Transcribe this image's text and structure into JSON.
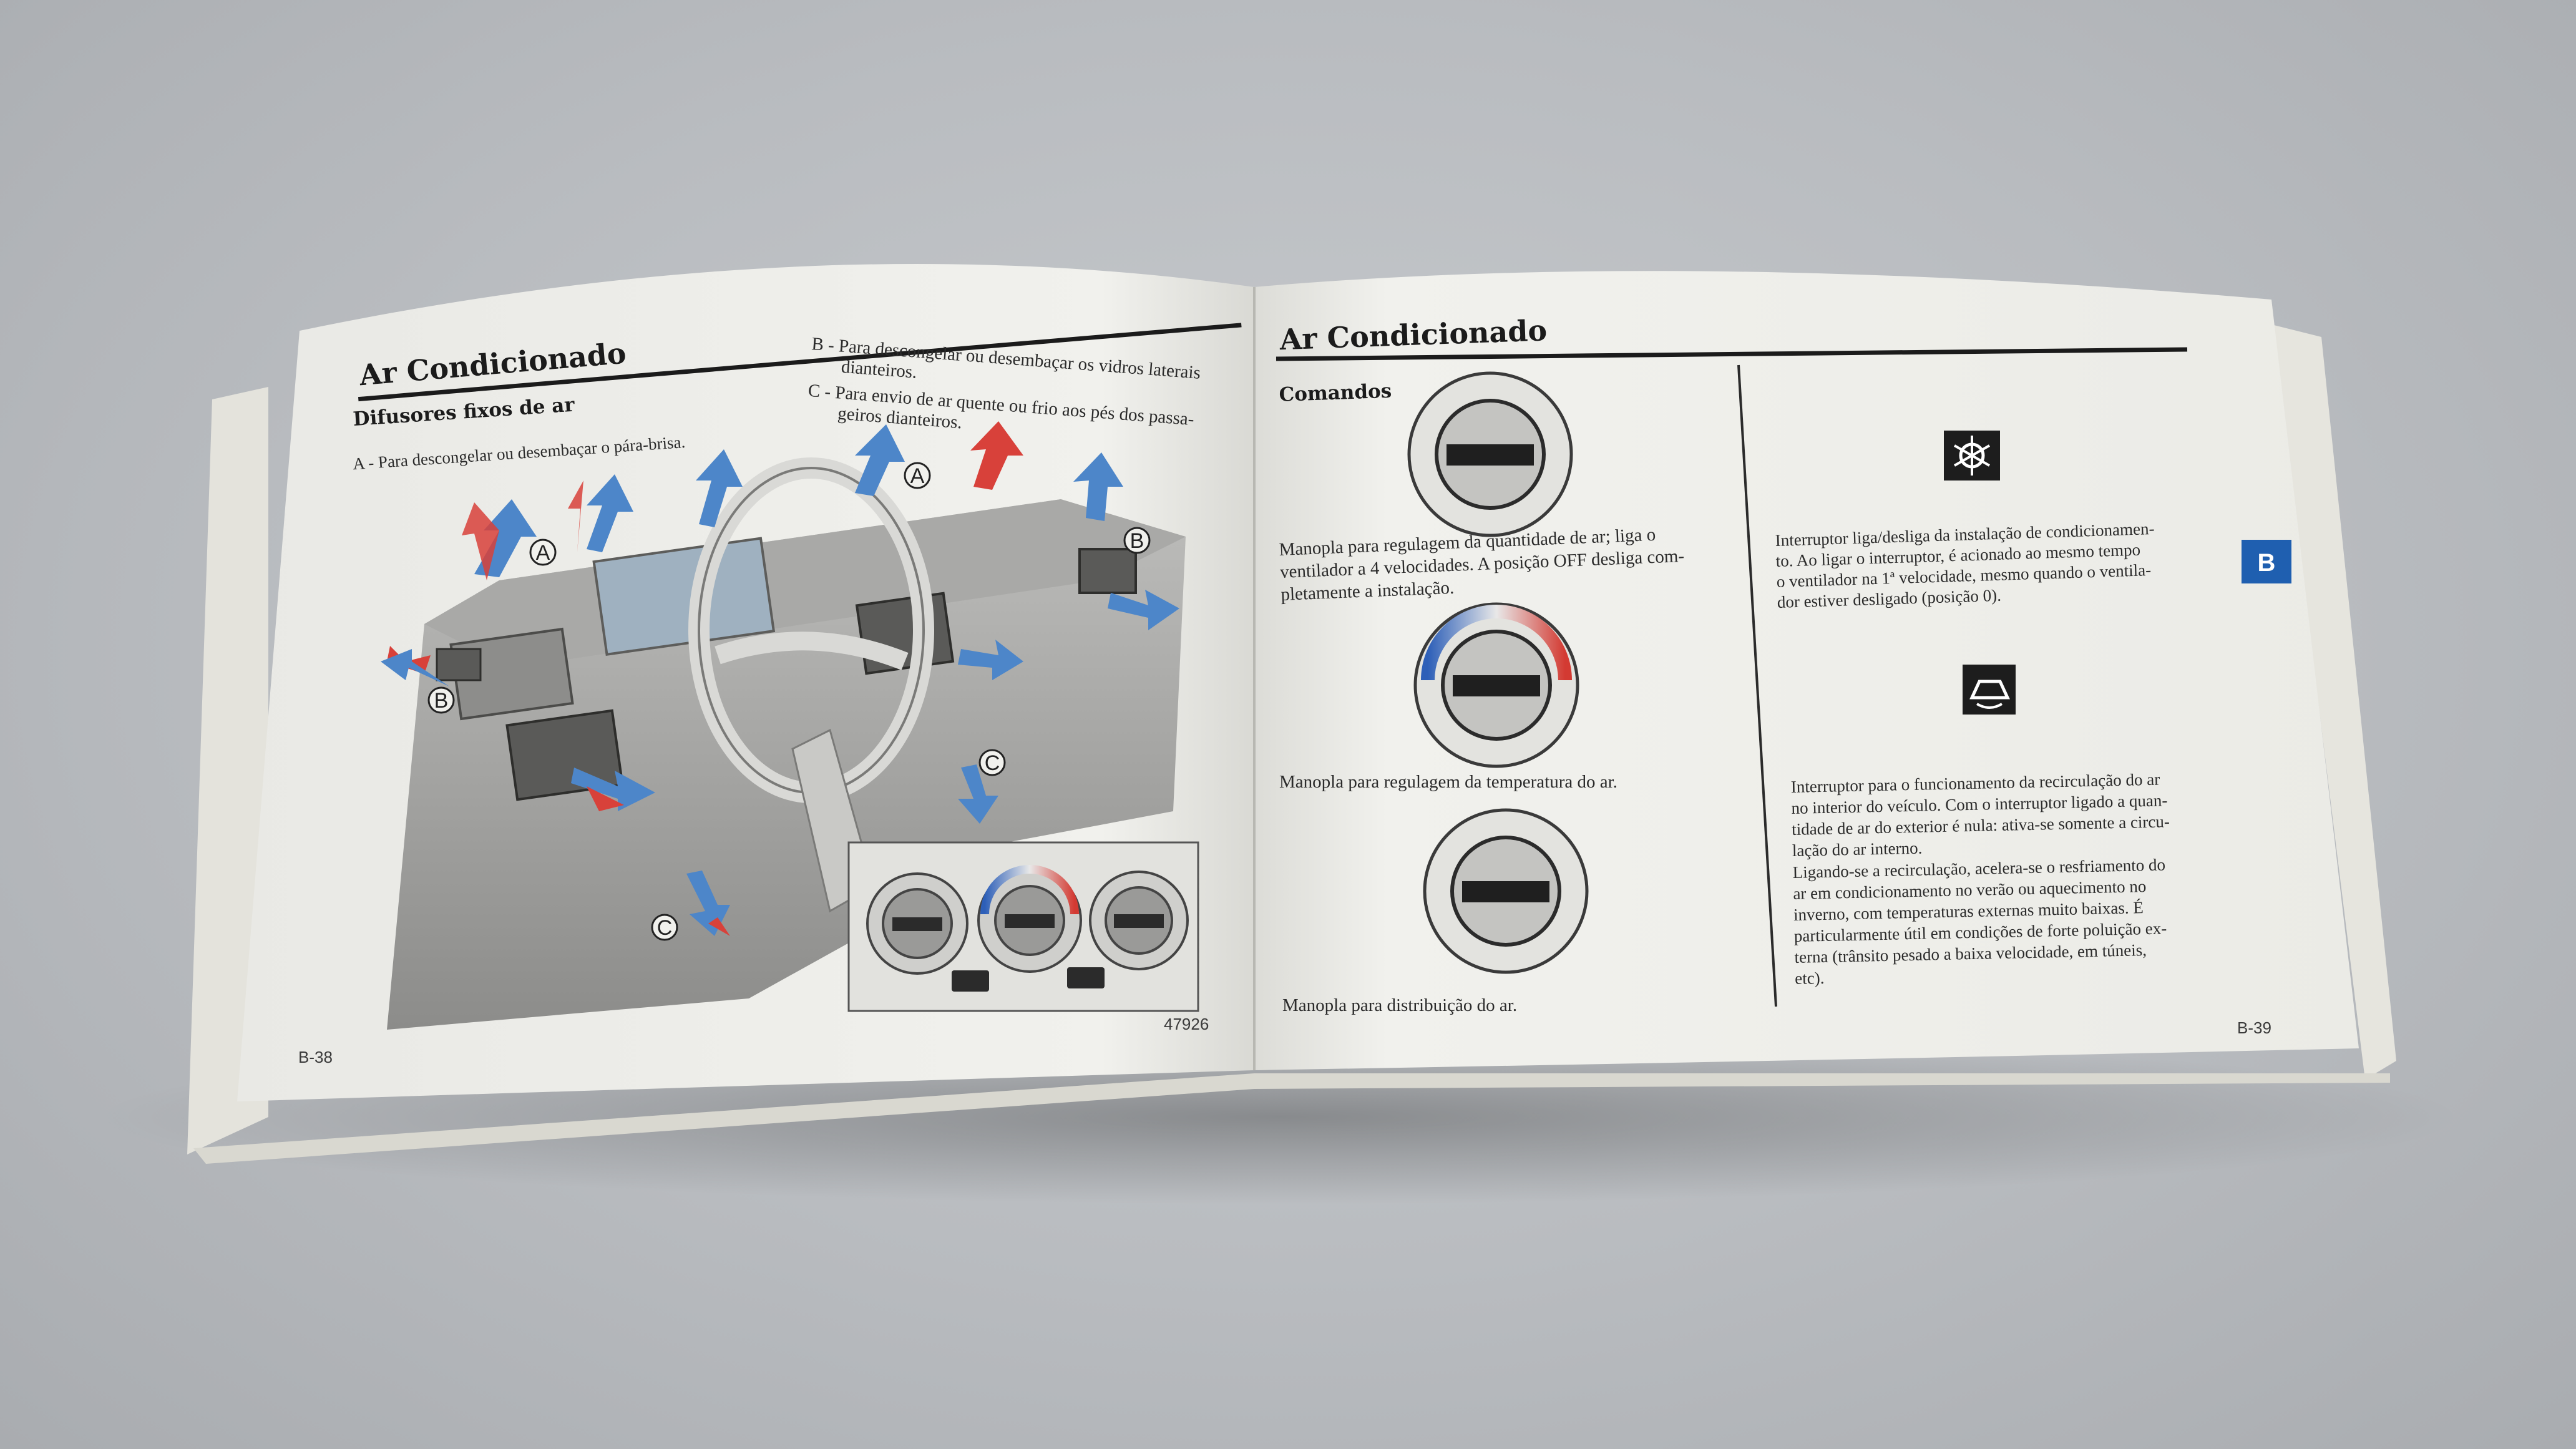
{
  "left_page": {
    "title": "Ar Condicionado",
    "subtitle": "Difusores fixos de ar",
    "item_a": "A - Para descongelar ou desembaçar o pára-brisa.",
    "item_b_line1": "B - Para descongelar ou desembaçar os vidros laterais",
    "item_b_line2": "dianteiros.",
    "item_c_line1": "C - Para envio de ar quente ou frio aos pés dos passa-",
    "item_c_line2": "geiros dianteiros.",
    "callouts": [
      "A",
      "A",
      "B",
      "B",
      "C",
      "C"
    ],
    "figure_number": "47926",
    "page_number": "B-38"
  },
  "right_page": {
    "title": "Ar Condicionado",
    "subtitle": "Comandos",
    "knob1_caption": [
      "Manopla para regulagem da quantidade de ar; liga o",
      "ventilador a 4 velocidades. A posição OFF desliga com-",
      "pletamente a instalação."
    ],
    "knob2_caption": "Manopla para regulagem da temperatura do ar.",
    "knob3_caption": "Manopla para distribuição do ar.",
    "ac_switch_text": [
      "Interruptor liga/desliga da instalação de condicionamen-",
      "to. Ao ligar o interruptor, é acionado ao mesmo tempo",
      "o ventilador na 1ª velocidade, mesmo quando o ventila-",
      "dor estiver desligado (posição 0)."
    ],
    "recirc_switch_text": [
      "Interruptor para o funcionamento da recirculação do ar",
      "no interior do veículo. Com o interruptor ligado a quan-",
      "tidade de ar do exterior é nula: ativa-se somente a circu-",
      "lação do ar interno.",
      "Ligando-se a recirculação, acelera-se o resfriamento do",
      "ar em condicionamento no verão ou aquecimento no",
      "inverno, com temperaturas externas muito baixas. É",
      "particularmente útil em condições de forte poluição ex-",
      "terna (trânsito pesado a baixa velocidade, em túneis,",
      "etc)."
    ],
    "section_tab": "B",
    "page_number": "B-39"
  },
  "icons": [
    "snowflake-icon",
    "recirculation-icon"
  ],
  "colors": {
    "background": "#bcbfc2",
    "paper": "#eeeeea",
    "tab_blue": "#1f5fb0",
    "arrow_red": "#d8413a",
    "arrow_blue": "#4d86c9"
  }
}
